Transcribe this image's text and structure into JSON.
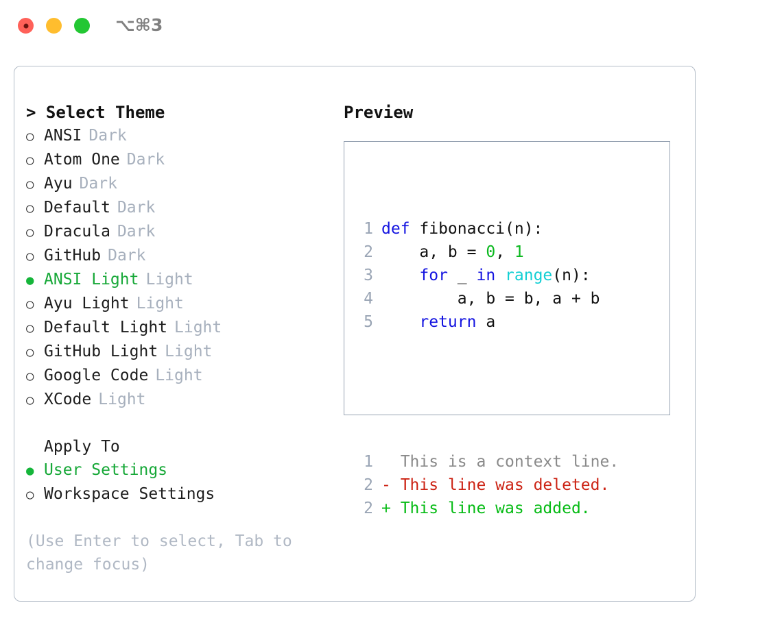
{
  "titlebar": {
    "shortcut": "⌥⌘3",
    "buttons": [
      {
        "name": "close",
        "color": "#ff6159"
      },
      {
        "name": "minimize",
        "color": "#ffbd2e"
      },
      {
        "name": "zoom",
        "color": "#23c733"
      }
    ]
  },
  "theme_picker": {
    "heading": "> Select Theme",
    "bullet_selected": "●",
    "bullet_unselected": "○",
    "selected_color": "#17a838",
    "suffix_color": "#a7b0bd",
    "items": [
      {
        "label": "ANSI",
        "suffix": "Dark",
        "selected": false
      },
      {
        "label": "Atom One",
        "suffix": "Dark",
        "selected": false
      },
      {
        "label": "Ayu",
        "suffix": "Dark",
        "selected": false
      },
      {
        "label": "Default",
        "suffix": "Dark",
        "selected": false
      },
      {
        "label": "Dracula",
        "suffix": "Dark",
        "selected": false
      },
      {
        "label": "GitHub",
        "suffix": "Dark",
        "selected": false
      },
      {
        "label": "ANSI Light",
        "suffix": "Light",
        "selected": true
      },
      {
        "label": "Ayu Light",
        "suffix": "Light",
        "selected": false
      },
      {
        "label": "Default Light",
        "suffix": "Light",
        "selected": false
      },
      {
        "label": "GitHub Light",
        "suffix": "Light",
        "selected": false
      },
      {
        "label": "Google Code",
        "suffix": "Light",
        "selected": false
      },
      {
        "label": "XCode",
        "suffix": "Light",
        "selected": false
      }
    ]
  },
  "apply_to": {
    "heading": "Apply To",
    "items": [
      {
        "label": "User Settings",
        "selected": true
      },
      {
        "label": "Workspace Settings",
        "selected": false
      }
    ]
  },
  "hint": "(Use Enter to select, Tab to change focus)",
  "preview": {
    "title": "Preview",
    "code_lines": [
      {
        "number": "1",
        "tokens": [
          {
            "text": "def ",
            "type": "kw"
          },
          {
            "text": "fibonacci(n):",
            "type": "id"
          }
        ]
      },
      {
        "number": "2",
        "tokens": [
          {
            "text": "    a, b = ",
            "type": "id"
          },
          {
            "text": "0",
            "type": "num"
          },
          {
            "text": ", ",
            "type": "id"
          },
          {
            "text": "1",
            "type": "num"
          }
        ]
      },
      {
        "number": "3",
        "tokens": [
          {
            "text": "    ",
            "type": "id"
          },
          {
            "text": "for",
            "type": "kw"
          },
          {
            "text": " _ ",
            "type": "id"
          },
          {
            "text": "in",
            "type": "kw"
          },
          {
            "text": " ",
            "type": "id"
          },
          {
            "text": "range",
            "type": "fn"
          },
          {
            "text": "(n):",
            "type": "id"
          }
        ]
      },
      {
        "number": "4",
        "tokens": [
          {
            "text": "        a, b = b, a + b",
            "type": "id"
          }
        ]
      },
      {
        "number": "5",
        "tokens": [
          {
            "text": "    ",
            "type": "id"
          },
          {
            "text": "return",
            "type": "kw"
          },
          {
            "text": " a",
            "type": "id"
          }
        ]
      }
    ],
    "diff_lines": [
      {
        "number": "1",
        "marker": "  ",
        "text": "This is a context line.",
        "type": "ctx"
      },
      {
        "number": "2",
        "marker": "- ",
        "text": "This line was deleted.",
        "type": "del"
      },
      {
        "number": "2",
        "marker": "+ ",
        "text": "This line was added.",
        "type": "add"
      }
    ],
    "colors": {
      "keyword": "#1414e0",
      "function": "#13cfd4",
      "number": "#0bb81f",
      "identifier": "#111111",
      "gutter": "#9aa5b5",
      "diff_context": "#8a8a8a",
      "diff_deleted": "#cc2314",
      "diff_added": "#05bb14",
      "box_border": "#96a2b2"
    }
  }
}
